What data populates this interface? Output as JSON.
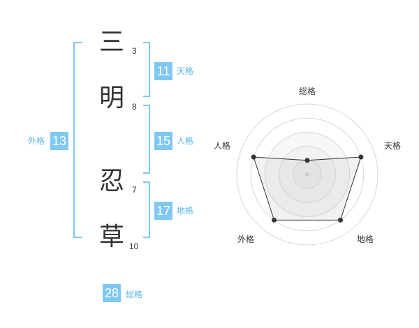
{
  "name_chars": [
    {
      "char": "三",
      "strokes": "3"
    },
    {
      "char": "明",
      "strokes": "8"
    },
    {
      "char": "忍",
      "strokes": "7"
    },
    {
      "char": "草",
      "strokes": "10"
    }
  ],
  "fortunes": {
    "tenkaku": {
      "value": "11",
      "label": "天格"
    },
    "jinkaku": {
      "value": "15",
      "label": "人格"
    },
    "chikaku": {
      "value": "17",
      "label": "地格"
    },
    "gaikaku": {
      "value": "13",
      "label": "外格"
    },
    "soukaku": {
      "value": "28",
      "label": "総格"
    }
  },
  "colors": {
    "accent": "#7fc8f4",
    "label": "#5bb6ea",
    "bracket": "#7fc8f4",
    "text": "#333333"
  },
  "chart_data": {
    "type": "radar",
    "axes": [
      "総格",
      "天格",
      "地格",
      "外格",
      "人格"
    ],
    "values": [
      1,
      4,
      4,
      4,
      4
    ],
    "max": 5,
    "rings": 5
  }
}
